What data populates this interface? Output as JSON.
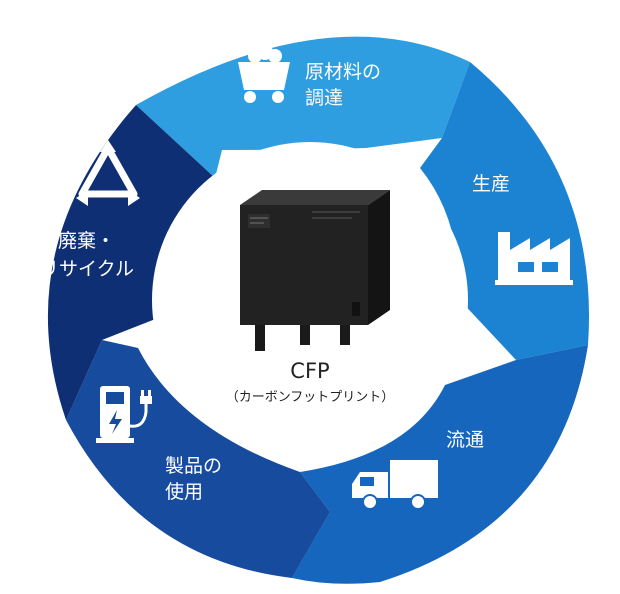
{
  "center": {
    "title": "CFP",
    "subtitle": "（カーボンフットプリント）",
    "image": "relay-component"
  },
  "stages": [
    {
      "lines": [
        "原材料の",
        "調達"
      ],
      "icon": "mining-cart-icon",
      "color": "#2e9ee0"
    },
    {
      "lines": [
        "生産"
      ],
      "icon": "factory-icon",
      "color": "#1b83d2"
    },
    {
      "lines": [
        "流通"
      ],
      "icon": "truck-icon",
      "color": "#1566bc"
    },
    {
      "lines": [
        "製品の",
        "使用"
      ],
      "icon": "ev-charger-icon",
      "color": "#164b9e"
    },
    {
      "lines": [
        "廃棄・",
        "リサイクル"
      ],
      "icon": "recycle-icon",
      "color": "#0f2f74"
    }
  ]
}
